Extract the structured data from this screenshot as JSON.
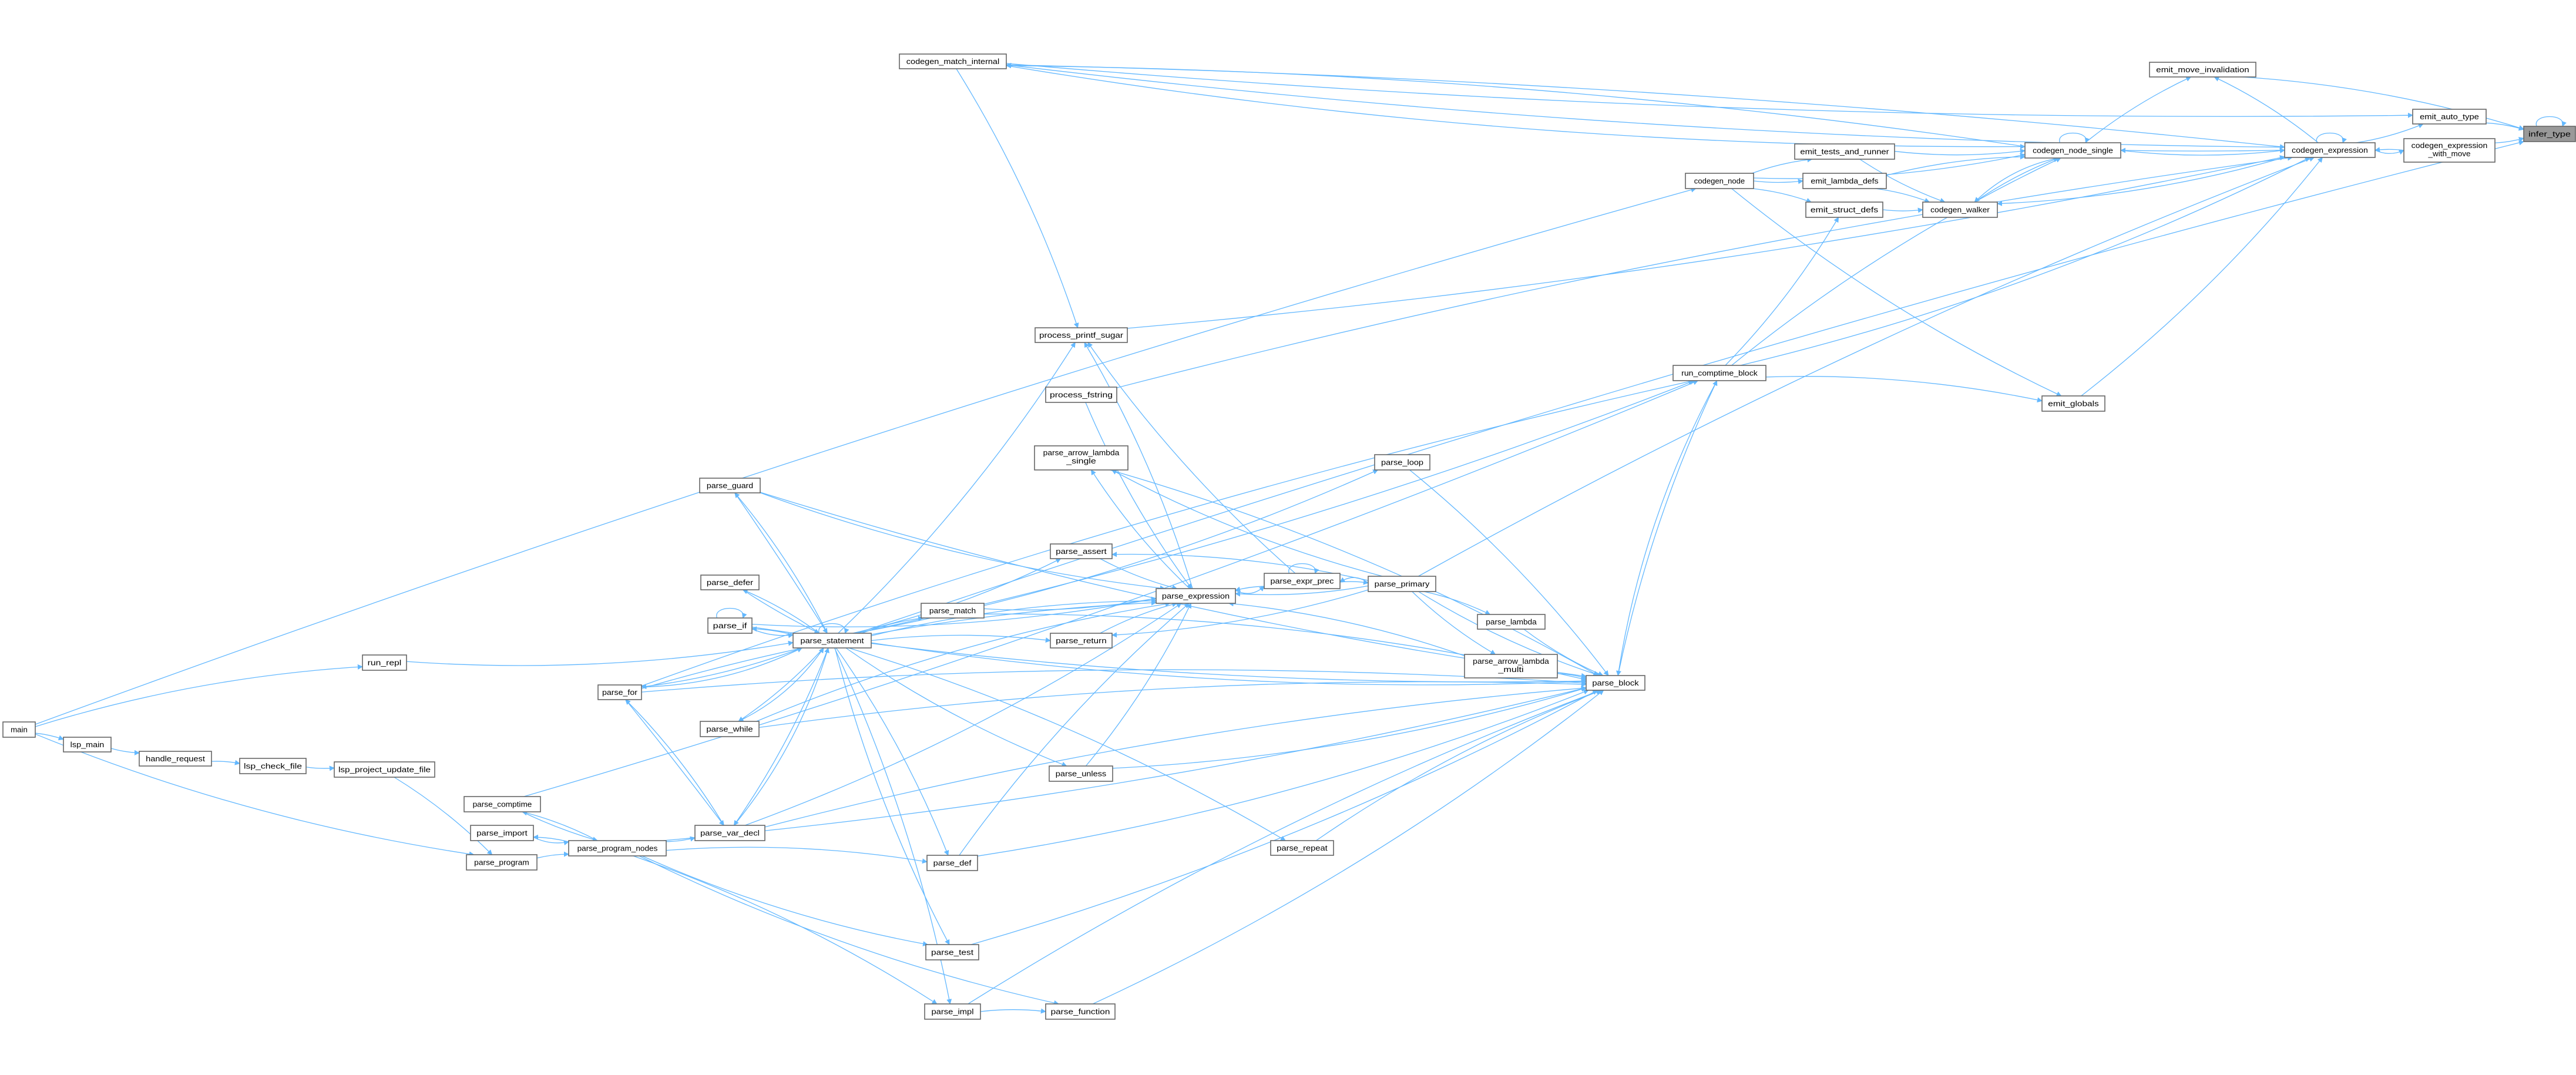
{
  "graph": {
    "title": "infer_type caller graph",
    "focus": "infer_type",
    "colors": {
      "edge": "#63b8ff",
      "node_border": "#666666",
      "focus_fill": "#999999",
      "node_fill": "#ffffff"
    },
    "nodes": {
      "infer_type": [
        "infer_type"
      ],
      "emit_move_invalidation": [
        "emit_move_invalidation"
      ],
      "emit_auto_type": [
        "emit_auto_type"
      ],
      "codegen_expression": [
        "codegen_expression"
      ],
      "codegen_expression_with_move": [
        "codegen_expression",
        "_with_move"
      ],
      "codegen_node_single": [
        "codegen_node_single"
      ],
      "codegen_match_internal": [
        "codegen_match_internal"
      ],
      "codegen_node": [
        "codegen_node"
      ],
      "emit_tests_and_runner": [
        "emit_tests_and_runner"
      ],
      "emit_lambda_defs": [
        "emit_lambda_defs"
      ],
      "emit_struct_defs": [
        "emit_struct_defs"
      ],
      "codegen_walker": [
        "codegen_walker"
      ],
      "run_comptime_block": [
        "run_comptime_block"
      ],
      "emit_globals": [
        "emit_globals"
      ],
      "process_printf_sugar": [
        "process_printf_sugar"
      ],
      "process_fstring": [
        "process_fstring"
      ],
      "parse_arrow_lambda_single": [
        "parse_arrow_lambda",
        "_single"
      ],
      "parse_loop": [
        "parse_loop"
      ],
      "parse_guard": [
        "parse_guard"
      ],
      "parse_defer": [
        "parse_defer"
      ],
      "parse_if": [
        "parse_if"
      ],
      "parse_statement": [
        "parse_statement"
      ],
      "parse_match": [
        "parse_match"
      ],
      "parse_assert": [
        "parse_assert"
      ],
      "parse_expression": [
        "parse_expression"
      ],
      "parse_expr_prec": [
        "parse_expr_prec"
      ],
      "parse_primary": [
        "parse_primary"
      ],
      "parse_return": [
        "parse_return"
      ],
      "parse_lambda": [
        "parse_lambda"
      ],
      "parse_arrow_lambda_multi": [
        "parse_arrow_lambda",
        "_multi"
      ],
      "parse_block": [
        "parse_block"
      ],
      "parse_for": [
        "parse_for"
      ],
      "parse_while": [
        "parse_while"
      ],
      "parse_unless": [
        "parse_unless"
      ],
      "run_repl": [
        "run_repl"
      ],
      "main": [
        "main"
      ],
      "lsp_main": [
        "lsp_main"
      ],
      "handle_request": [
        "handle_request"
      ],
      "lsp_check_file": [
        "lsp_check_file"
      ],
      "lsp_project_update_file": [
        "lsp_project_update_file"
      ],
      "parse_comptime": [
        "parse_comptime"
      ],
      "parse_import": [
        "parse_import"
      ],
      "parse_program": [
        "parse_program"
      ],
      "parse_program_nodes": [
        "parse_program_nodes"
      ],
      "parse_var_decl": [
        "parse_var_decl"
      ],
      "parse_def": [
        "parse_def"
      ],
      "parse_test": [
        "parse_test"
      ],
      "parse_impl": [
        "parse_impl"
      ],
      "parse_function": [
        "parse_function"
      ],
      "parse_repeat": [
        "parse_repeat"
      ]
    },
    "edges": [
      [
        "emit_auto_type",
        "infer_type"
      ],
      [
        "codegen_expression_with_move",
        "infer_type"
      ],
      [
        "emit_move_invalidation",
        "infer_type"
      ],
      [
        "infer_type",
        "infer_type"
      ],
      [
        "parse_statement",
        "infer_type"
      ],
      [
        "codegen_expression",
        "emit_auto_type"
      ],
      [
        "codegen_expression",
        "codegen_expression"
      ],
      [
        "codegen_expression_with_move",
        "codegen_expression"
      ],
      [
        "codegen_expression",
        "codegen_expression_with_move"
      ],
      [
        "codegen_expression",
        "emit_move_invalidation"
      ],
      [
        "codegen_node_single",
        "emit_move_invalidation"
      ],
      [
        "codegen_node_single",
        "codegen_expression"
      ],
      [
        "codegen_expression",
        "codegen_node_single"
      ],
      [
        "codegen_match_internal",
        "emit_auto_type"
      ],
      [
        "codegen_expression",
        "codegen_match_internal"
      ],
      [
        "codegen_node_single",
        "codegen_match_internal"
      ],
      [
        "codegen_match_internal",
        "codegen_expression"
      ],
      [
        "codegen_match_internal",
        "codegen_node_single"
      ],
      [
        "codegen_node_single",
        "codegen_node_single"
      ],
      [
        "emit_tests_and_runner",
        "codegen_node_single"
      ],
      [
        "emit_lambda_defs",
        "codegen_node_single"
      ],
      [
        "codegen_node",
        "codegen_node_single"
      ],
      [
        "codegen_walker",
        "codegen_node_single"
      ],
      [
        "codegen_node_single",
        "codegen_walker"
      ],
      [
        "codegen_expression",
        "codegen_walker"
      ],
      [
        "emit_tests_and_runner",
        "codegen_walker"
      ],
      [
        "emit_lambda_defs",
        "codegen_walker"
      ],
      [
        "emit_struct_defs",
        "codegen_walker"
      ],
      [
        "codegen_node",
        "emit_tests_and_runner"
      ],
      [
        "codegen_node",
        "emit_lambda_defs"
      ],
      [
        "codegen_node",
        "emit_struct_defs"
      ],
      [
        "codegen_node",
        "emit_globals"
      ],
      [
        "main",
        "codegen_node"
      ],
      [
        "run_comptime_block",
        "emit_struct_defs"
      ],
      [
        "run_comptime_block",
        "codegen_node_single"
      ],
      [
        "run_comptime_block",
        "codegen_expression"
      ],
      [
        "run_comptime_block",
        "emit_globals"
      ],
      [
        "emit_globals",
        "codegen_expression"
      ],
      [
        "parse_block",
        "run_comptime_block"
      ],
      [
        "run_comptime_block",
        "parse_block"
      ],
      [
        "codegen_match_internal",
        "process_printf_sugar"
      ],
      [
        "process_printf_sugar",
        "codegen_expression"
      ],
      [
        "process_fstring",
        "codegen_expression"
      ],
      [
        "parse_statement",
        "run_comptime_block"
      ],
      [
        "parse_for",
        "run_comptime_block"
      ],
      [
        "parse_comptime",
        "run_comptime_block"
      ],
      [
        "parse_primary",
        "codegen_expression"
      ],
      [
        "parse_statement",
        "parse_block"
      ],
      [
        "parse_for",
        "parse_block"
      ],
      [
        "parse_guard",
        "parse_block"
      ],
      [
        "parse_while",
        "parse_block"
      ],
      [
        "parse_if",
        "parse_block"
      ],
      [
        "parse_var_decl",
        "parse_block"
      ],
      [
        "parse_def",
        "parse_block"
      ],
      [
        "parse_match",
        "parse_block"
      ],
      [
        "parse_unless",
        "parse_block"
      ],
      [
        "parse_repeat",
        "parse_block"
      ],
      [
        "parse_test",
        "parse_block"
      ],
      [
        "parse_impl",
        "parse_block"
      ],
      [
        "parse_function",
        "parse_block"
      ],
      [
        "parse_loop",
        "parse_block"
      ],
      [
        "parse_lambda",
        "parse_block"
      ],
      [
        "parse_arrow_lambda_multi",
        "parse_block"
      ],
      [
        "parse_primary",
        "parse_block"
      ],
      [
        "parse_arrow_lambda_single",
        "parse_block"
      ],
      [
        "parse_program_nodes",
        "parse_block"
      ],
      [
        "parse_statement",
        "parse_expression"
      ],
      [
        "parse_assert",
        "parse_expression"
      ],
      [
        "parse_return",
        "parse_expression"
      ],
      [
        "parse_expr_prec",
        "parse_expression"
      ],
      [
        "parse_primary",
        "parse_expression"
      ],
      [
        "parse_expression",
        "parse_expr_prec"
      ],
      [
        "parse_expr_prec",
        "parse_primary"
      ],
      [
        "parse_primary",
        "parse_expr_prec"
      ],
      [
        "parse_expr_prec",
        "parse_expr_prec"
      ],
      [
        "parse_primary",
        "parse_assert"
      ],
      [
        "parse_primary",
        "parse_return"
      ],
      [
        "parse_arrow_lambda_multi",
        "parse_expression"
      ],
      [
        "parse_expression",
        "parse_arrow_lambda_single"
      ],
      [
        "parse_expression",
        "process_printf_sugar"
      ],
      [
        "parse_expr_prec",
        "process_printf_sugar"
      ],
      [
        "process_fstring",
        "parse_expression"
      ],
      [
        "parse_primary",
        "parse_lambda"
      ],
      [
        "parse_primary",
        "parse_arrow_lambda_multi"
      ],
      [
        "parse_primary",
        "parse_arrow_lambda_single"
      ],
      [
        "parse_statement",
        "parse_loop"
      ],
      [
        "parse_statement",
        "parse_statement"
      ],
      [
        "parse_statement",
        "parse_guard"
      ],
      [
        "parse_guard",
        "parse_statement"
      ],
      [
        "parse_statement",
        "parse_defer"
      ],
      [
        "parse_defer",
        "parse_statement"
      ],
      [
        "parse_statement",
        "parse_if"
      ],
      [
        "parse_if",
        "parse_statement"
      ],
      [
        "parse_if",
        "parse_if"
      ],
      [
        "parse_statement",
        "parse_for"
      ],
      [
        "parse_for",
        "parse_statement"
      ],
      [
        "parse_statement",
        "parse_while"
      ],
      [
        "parse_while",
        "parse_statement"
      ],
      [
        "parse_statement",
        "parse_match"
      ],
      [
        "parse_match",
        "parse_expression"
      ],
      [
        "parse_statement",
        "parse_return"
      ],
      [
        "parse_statement",
        "parse_assert"
      ],
      [
        "parse_statement",
        "parse_var_decl"
      ],
      [
        "parse_var_decl",
        "parse_statement"
      ],
      [
        "parse_statement",
        "parse_def"
      ],
      [
        "parse_statement",
        "parse_test"
      ],
      [
        "parse_statement",
        "parse_impl"
      ],
      [
        "parse_statement",
        "parse_unless"
      ],
      [
        "parse_statement",
        "parse_repeat"
      ],
      [
        "parse_statement",
        "process_printf_sugar"
      ],
      [
        "main",
        "run_repl"
      ],
      [
        "run_repl",
        "parse_statement"
      ],
      [
        "main",
        "lsp_main"
      ],
      [
        "lsp_main",
        "handle_request"
      ],
      [
        "handle_request",
        "lsp_check_file"
      ],
      [
        "lsp_check_file",
        "lsp_project_update_file"
      ],
      [
        "lsp_project_update_file",
        "parse_program"
      ],
      [
        "main",
        "parse_program"
      ],
      [
        "parse_program",
        "parse_program_nodes"
      ],
      [
        "parse_program_nodes",
        "parse_import"
      ],
      [
        "parse_import",
        "parse_program_nodes"
      ],
      [
        "parse_program_nodes",
        "parse_comptime"
      ],
      [
        "parse_comptime",
        "parse_program_nodes"
      ],
      [
        "parse_program_nodes",
        "parse_var_decl"
      ],
      [
        "parse_program_nodes",
        "parse_def"
      ],
      [
        "parse_program_nodes",
        "parse_test"
      ],
      [
        "parse_program_nodes",
        "parse_impl"
      ],
      [
        "parse_program_nodes",
        "parse_function"
      ],
      [
        "parse_impl",
        "parse_function"
      ],
      [
        "parse_var_decl",
        "parse_for"
      ],
      [
        "parse_for",
        "parse_var_decl"
      ],
      [
        "parse_var_decl",
        "parse_expression"
      ],
      [
        "parse_def",
        "parse_expression"
      ],
      [
        "parse_guard",
        "parse_expression"
      ],
      [
        "parse_while",
        "parse_expression"
      ],
      [
        "parse_unless",
        "parse_expression"
      ],
      [
        "parse_for",
        "parse_expression"
      ],
      [
        "parse_if",
        "parse_expression"
      ]
    ]
  }
}
